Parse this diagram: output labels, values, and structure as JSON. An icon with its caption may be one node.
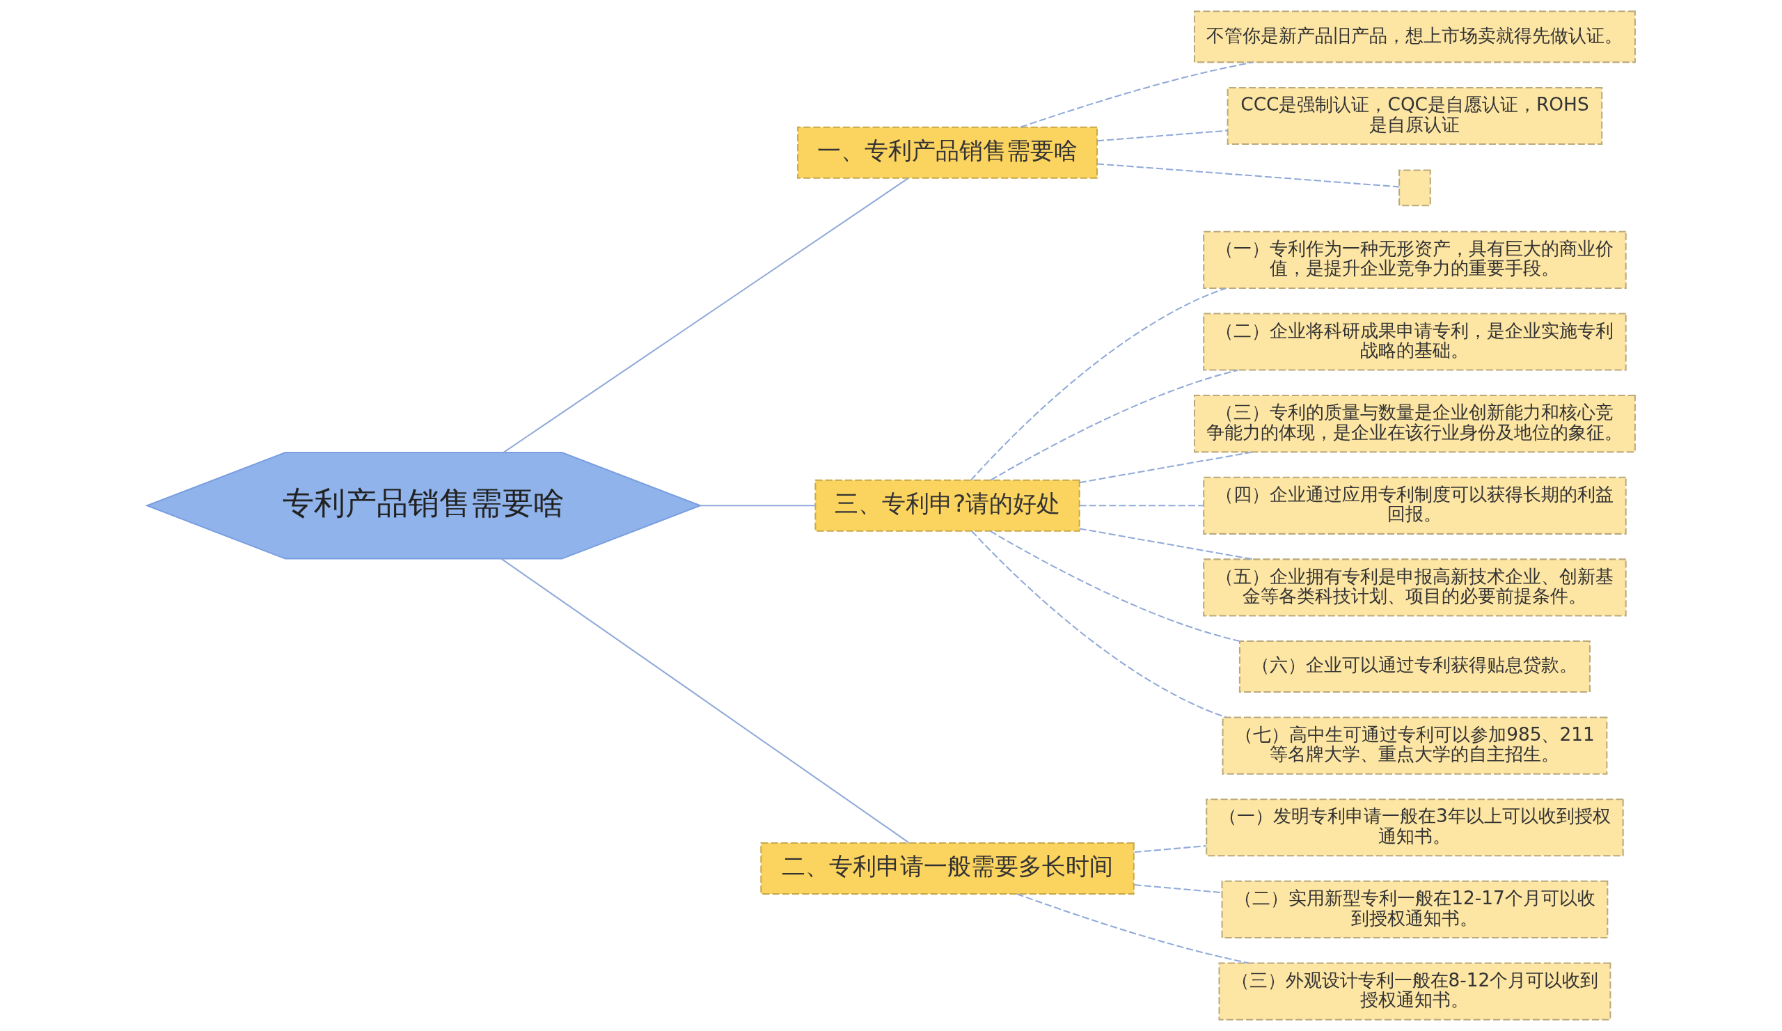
{
  "diagram": {
    "nodes": [
      {
        "text": [
          "专利产品销售需要啥"
        ]
      },
      {
        "text": [
          "一、专利产品销售需要啥"
        ]
      },
      {
        "text": [
          "不管你是新产品旧产品，想上市场卖就得先做认证。"
        ]
      },
      {
        "text": [
          "CCC是强制认证，CQC是自愿认证，ROHS是自原认证"
        ]
      },
      {
        "text": [],
        "shape": "box"
      },
      {
        "text": [
          "三、专利申?请的好处"
        ]
      },
      {
        "text": [
          "（一）专利作为一种无形资产，具有巨大的商业价值，是提升企业竞争力的重要手段。"
        ]
      },
      {
        "text": [
          "（二）企业将科研成果申请专利，是企业实施专利战略的基础。"
        ]
      },
      {
        "text": [
          "（三）专利的质量与数量是企业创新能力和核心竞争能力的体现，是企业在该行业身份及地位的象征。"
        ]
      },
      {
        "text": [
          "（四）企业通过应用专利制度可以获得长期的利益回报。"
        ]
      },
      {
        "text": [
          "（五）企业拥有专利是申报高新技术企业、创新基金等各类科技计划、项目的必要前提条件。"
        ]
      },
      {
        "text": [
          "（六）企业可以通过专利获得贴息贷款。"
        ]
      },
      {
        "text": [
          "（七）高中生可通过专利可以参加985、211等名牌大学、重点大学的自主招生。"
        ]
      },
      {
        "text": [
          "二、专利申请一般需要多长时间"
        ]
      },
      {
        "text": [
          "（一）发明专利申请一般在3年以上可以收到授权通知书。"
        ]
      },
      {
        "text": [
          "（二）实用新型专利一般在12-17个月可以收到授权通知书。"
        ]
      },
      {
        "text": [
          "（三）外观设计专利一般在8-12个月可以收到授权通知书。"
        ]
      }
    ],
    "edges": [
      {
        "from": 0,
        "to": 1,
        "arrow": "none"
      },
      {
        "from": 1,
        "to": 2,
        "arrow": "none",
        "style": "dashed"
      },
      {
        "from": 1,
        "to": 3,
        "arrow": "none",
        "style": "dashed"
      },
      {
        "from": 1,
        "to": 4,
        "arrow": "none",
        "style": "dashed"
      },
      {
        "from": 0,
        "to": 5,
        "arrow": "none"
      },
      {
        "from": 5,
        "to": 6,
        "arrow": "none",
        "style": "dashed"
      },
      {
        "from": 5,
        "to": 7,
        "arrow": "none",
        "style": "dashed"
      },
      {
        "from": 5,
        "to": 8,
        "arrow": "none",
        "style": "dashed"
      },
      {
        "from": 5,
        "to": 9,
        "arrow": "none",
        "style": "dashed"
      },
      {
        "from": 5,
        "to": 10,
        "arrow": "none",
        "style": "dashed"
      },
      {
        "from": 5,
        "to": 11,
        "arrow": "none",
        "style": "dashed"
      },
      {
        "from": 5,
        "to": 12,
        "arrow": "none",
        "style": "dashed"
      },
      {
        "from": 0,
        "to": 13,
        "arrow": "none"
      },
      {
        "from": 13,
        "to": 14,
        "arrow": "none",
        "style": "dashed"
      },
      {
        "from": 13,
        "to": 15,
        "arrow": "none",
        "style": "dashed"
      },
      {
        "from": 13,
        "to": 16,
        "arrow": "none",
        "style": "dashed"
      }
    ]
  }
}
